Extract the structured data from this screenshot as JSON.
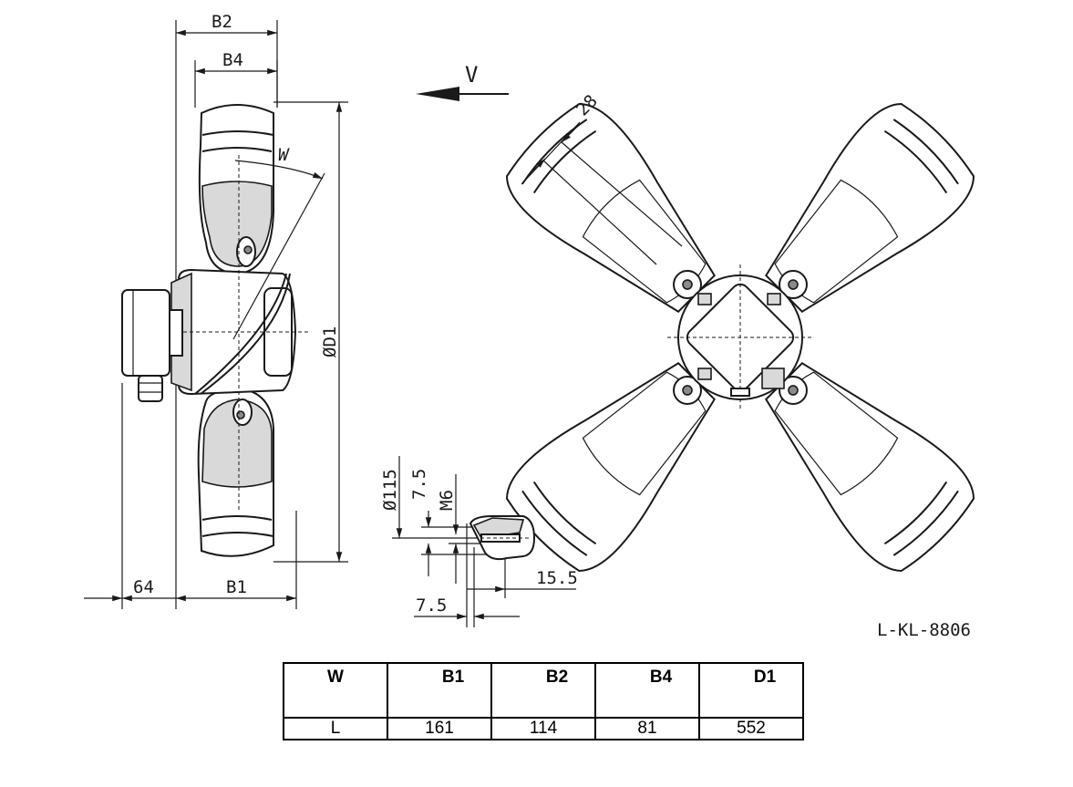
{
  "drawing": {
    "labels": {
      "b2": "B2",
      "b4": "B4",
      "b1": "B1",
      "dim_64": "64",
      "w": "W",
      "d1": "ØD1",
      "v": "V",
      "dim_28": "28",
      "d115": "Ø115",
      "dim_7_5_top": "7.5",
      "m6": "M6",
      "dim_15_5": "15.5",
      "dim_7_5_bottom": "7.5"
    },
    "reference": "L-KL-8806"
  },
  "table": {
    "headers": [
      "W",
      "B1",
      "B2",
      "B4",
      "D1"
    ],
    "rows": [
      [
        "L",
        "161",
        "114",
        "81",
        "552"
      ]
    ]
  }
}
